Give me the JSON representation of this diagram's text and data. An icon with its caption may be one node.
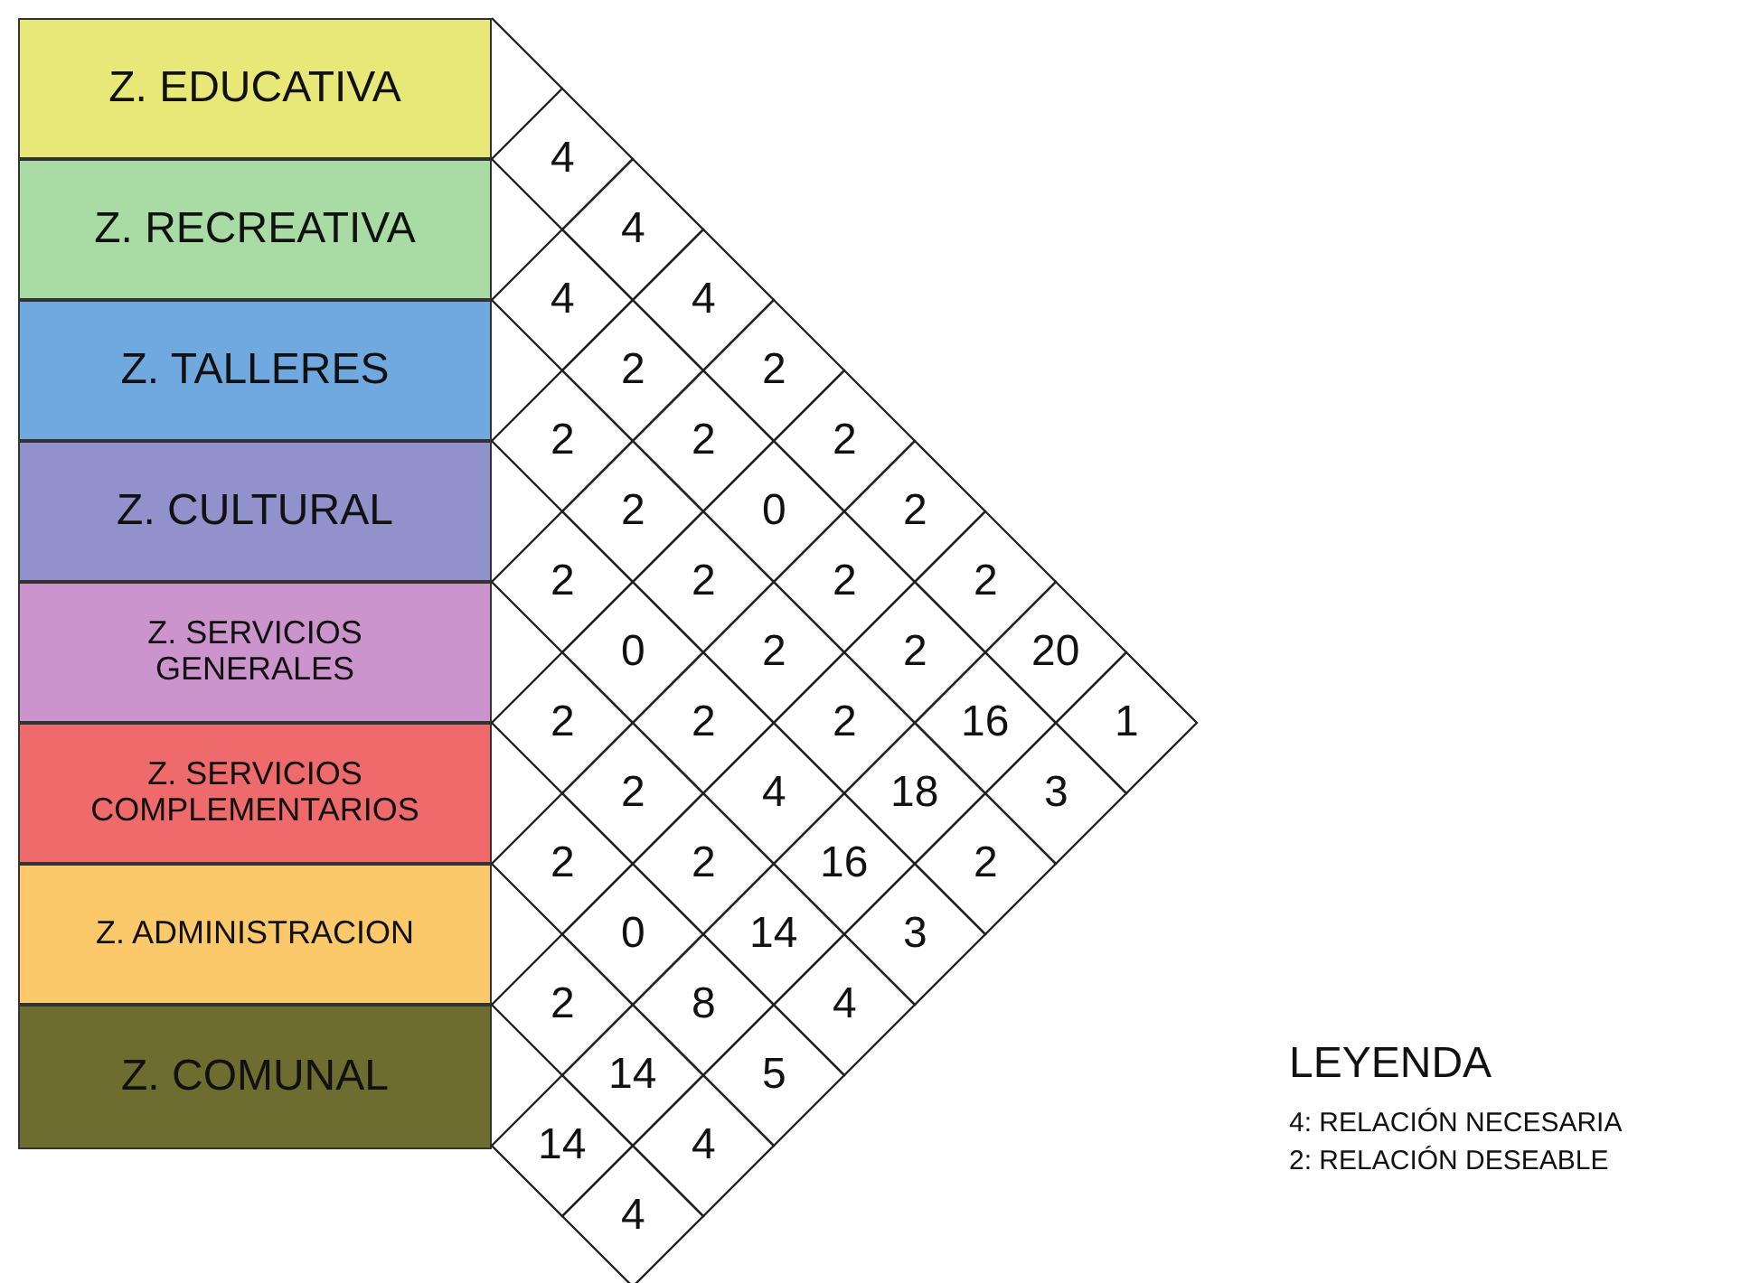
{
  "diagram": {
    "nodes": [
      {
        "text": [
          "Z. EDUCATIVA"
        ]
      },
      {
        "text": [
          "Z. RECREATIVA"
        ]
      },
      {
        "text": [
          "Z. TALLERES"
        ]
      },
      {
        "text": [
          "Z. CULTURAL"
        ]
      },
      {
        "text": [
          "Z. SERVICIOS GENERALES"
        ]
      },
      {
        "text": [
          "Z. SERVICIOS COMPLEMENTARIOS"
        ]
      },
      {
        "text": [
          "Z. ADMINISTRACION"
        ]
      },
      {
        "text": [
          "Z. COMUNAL"
        ]
      }
    ],
    "edges": [],
    "labels": [
      "4",
      "4",
      "4",
      "4",
      "2",
      "2",
      "2",
      "2",
      "2",
      "2",
      "0",
      "2",
      "2",
      "2",
      "2",
      "2",
      "0",
      "2",
      "2",
      "20",
      "2",
      "2",
      "2",
      "16",
      "1",
      "2",
      "4",
      "18",
      "3",
      "2",
      "2",
      "16",
      "2",
      "0",
      "14",
      "3",
      "2",
      "8",
      "4",
      "14",
      "5",
      "14",
      "4",
      "4",
      "LEYENDA",
      "4: RELACIÓN NECESARIA",
      "2: RELACIÓN DESEABLE"
    ]
  }
}
